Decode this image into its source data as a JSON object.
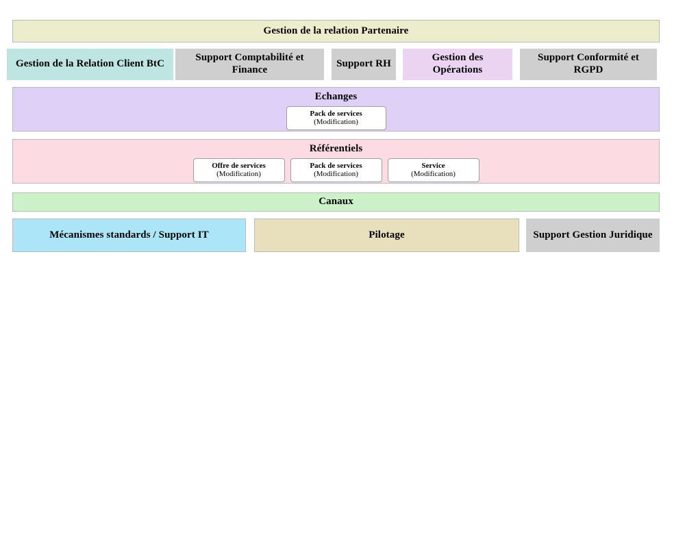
{
  "top_banner": {
    "label": "Gestion de la relation Partenaire"
  },
  "domain_row": {
    "cells": [
      {
        "label": "Gestion de la Relation Client BtC",
        "color": "#bfe5e3"
      },
      {
        "label": "Support Comptabilité et Finance",
        "color": "#cfcfcf"
      },
      {
        "label": "Support RH",
        "color": "#cfcfcf"
      },
      {
        "label": "Gestion des Opérations",
        "color": "#ead4f2"
      },
      {
        "label": "Support Conformité et RGPD",
        "color": "#cfcfcf"
      }
    ]
  },
  "echanges": {
    "title": "Echanges",
    "color": "#dfd0f7",
    "items": [
      {
        "name": "Pack de services",
        "state": "(Modification)"
      }
    ]
  },
  "referentiels": {
    "title": "Référentiels",
    "color": "#fddbe2",
    "items": [
      {
        "name": "Offre de services",
        "state": "(Modification)"
      },
      {
        "name": "Pack de services",
        "state": "(Modification)"
      },
      {
        "name": "Service",
        "state": "(Modification)"
      }
    ]
  },
  "canaux": {
    "title": "Canaux",
    "color": "#ccf0c8"
  },
  "bottom_row": {
    "cells": [
      {
        "label": "Mécanismes standards / Support IT",
        "color": "#ace4f8"
      },
      {
        "label": "Pilotage",
        "color": "#e8e0bc"
      },
      {
        "label": "Support Gestion Juridique",
        "color": "#cfcfcf"
      }
    ]
  }
}
